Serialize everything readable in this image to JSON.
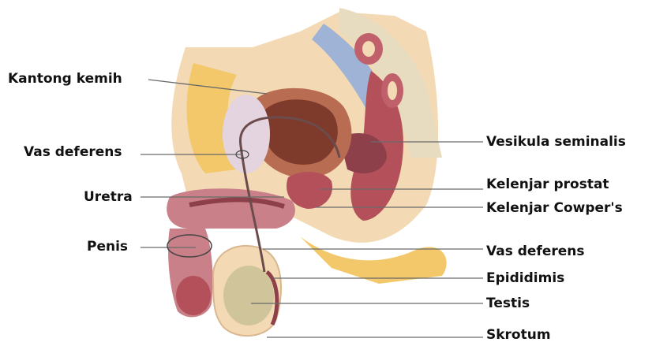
{
  "labels": {
    "left": [
      "Kantong kemih",
      "Vas deferens",
      "Uretra",
      "Penis"
    ],
    "right": [
      "Vesikula  seminalis",
      "Kelenjar prostat",
      "Kelenjar Cowper's",
      "Vas deferens",
      "Epididimis",
      "Testis",
      "Skrotum"
    ]
  },
  "colors": {
    "skin": "#f3d9b4",
    "fat": "#f2c86a",
    "muscle": "#b4505a",
    "dark_muscle": "#8d3f4a",
    "bladder": "#b86c52",
    "bone": "#e8dcc0",
    "testis": "#cfc49a",
    "sacral_blue": "#9fb3d6",
    "leader_line": "#6a6a6a"
  }
}
